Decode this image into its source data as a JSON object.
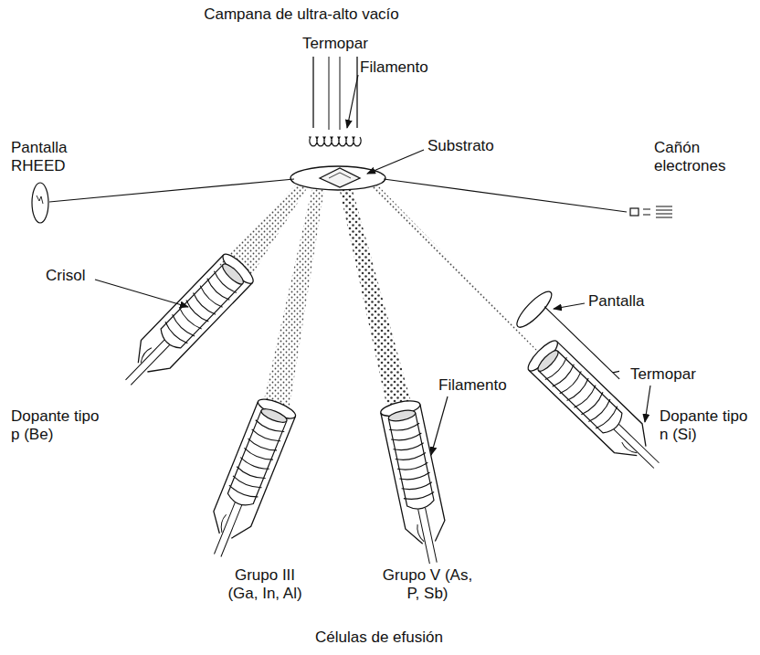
{
  "diagram": {
    "labels": [
      "Campana de ultra-alto vacío",
      "Termopar",
      "Filamento",
      "Substrato",
      "Pantalla RHEED",
      "Cañón electrones",
      "Crisol",
      "Pantalla",
      "Filamento",
      "Termopar",
      "Dopante tipo p (Be)",
      "Grupo III (Ga, In, Al)",
      "Grupo V (As, P, Sb)",
      "Dopante tipo n (Si)",
      "Células de efusión"
    ]
  }
}
